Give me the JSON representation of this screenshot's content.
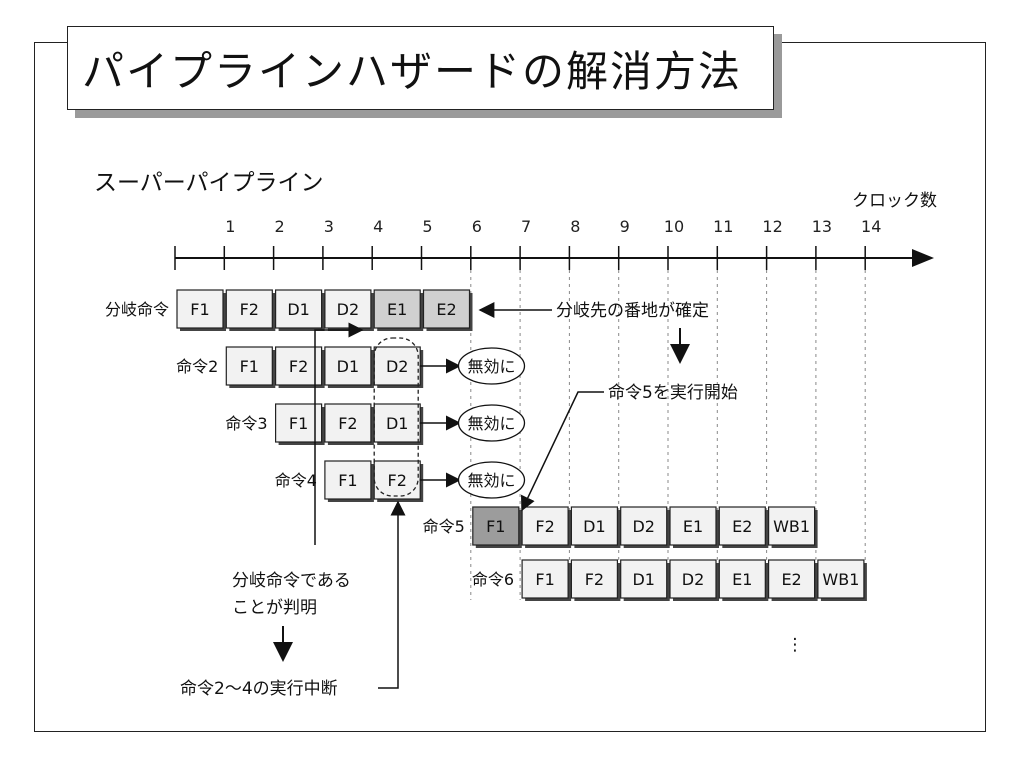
{
  "title": "パイプラインハザードの解消方法",
  "subtitle": "スーパーパイプライン",
  "axis_label": "クロック数",
  "ticks": [
    "1",
    "2",
    "3",
    "4",
    "5",
    "6",
    "7",
    "8",
    "9",
    "10",
    "11",
    "12",
    "13",
    "14"
  ],
  "rows": [
    {
      "label": "分岐命令",
      "start": 0,
      "stages": [
        "F1",
        "F2",
        "D1",
        "D2",
        "E1",
        "E2"
      ]
    },
    {
      "label": "命令2",
      "start": 1,
      "stages": [
        "F1",
        "F2",
        "D1",
        "D2"
      ]
    },
    {
      "label": "命令3",
      "start": 2,
      "stages": [
        "F1",
        "F2",
        "D1"
      ]
    },
    {
      "label": "命令4",
      "start": 3,
      "stages": [
        "F1",
        "F2"
      ]
    },
    {
      "label": "命令5",
      "start": 6,
      "stages": [
        "F1",
        "F2",
        "D1",
        "D2",
        "E1",
        "E2",
        "WB1"
      ]
    },
    {
      "label": "命令6",
      "start": 7,
      "stages": [
        "F1",
        "F2",
        "D1",
        "D2",
        "E1",
        "E2",
        "WB1"
      ]
    }
  ],
  "invalidate_label": "無効に",
  "notes": {
    "branch_target": "分岐先の番地が確定",
    "start_instr5": "命令5を実行開始",
    "is_branch_line1": "分岐命令である",
    "is_branch_line2": "ことが判明",
    "abort": "命令2〜4の実行中断"
  },
  "continuation": "⋮",
  "colors": {
    "cell_light": "#f2f2f2",
    "cell_mid": "#d0d0d0",
    "cell_dark": "#9c9c9c",
    "frame": "#222222"
  }
}
